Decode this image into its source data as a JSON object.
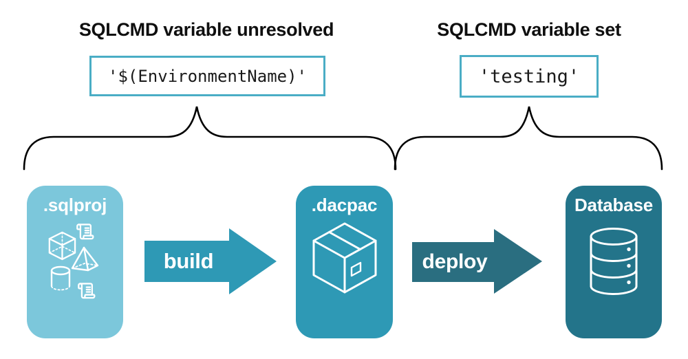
{
  "colors": {
    "sqlproj_card": "#7CC7DB",
    "dacpac_card": "#2E99B5",
    "database_card": "#23748A",
    "build_arrow": "#2E99B5",
    "deploy_arrow": "#2A6E80",
    "code_box_border": "#4AADC5",
    "heading_text": "#0F0F0F",
    "code_text": "#1A1A1A",
    "brace_stroke": "#000000",
    "card_text": "#FFFFFF"
  },
  "annotations": {
    "unresolved": {
      "heading": "SQLCMD variable unresolved",
      "code": "'$(EnvironmentName)'"
    },
    "set": {
      "heading": "SQLCMD variable set",
      "code": "'testing'"
    }
  },
  "pipeline": {
    "nodes": [
      {
        "label": ".sqlproj",
        "icon": "sql-project-objects-icon"
      },
      {
        "label": ".dacpac",
        "icon": "package-box-icon"
      },
      {
        "label": "Database",
        "icon": "database-cylinder-icon"
      }
    ],
    "arrows": [
      {
        "label": "build"
      },
      {
        "label": "deploy"
      }
    ]
  }
}
